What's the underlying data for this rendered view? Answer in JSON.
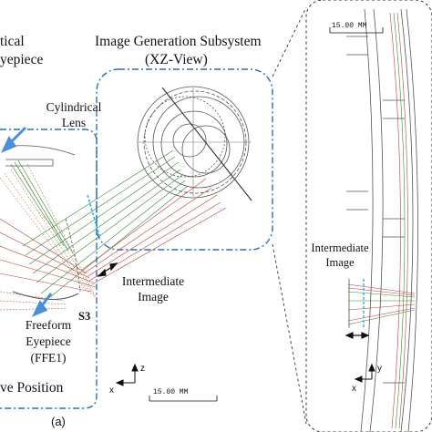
{
  "labels": {
    "optical_line1": "tical",
    "optical_line2": "yepiece",
    "image_gen_title": "Image Generation Subsystem",
    "image_gen_view": "(XZ-View)",
    "cylindrical_line1": "Cylindrical",
    "cylindrical_line2": "Lens",
    "intermediate_line1": "Intermediate",
    "intermediate_line2": "Image",
    "s3": "S3",
    "freeform_line1": "Freeform",
    "freeform_line2": "Eyepiece",
    "freeform_line3": "(FFE1)",
    "position_text": "ve Position",
    "right_intermediate_line1": "Intermediate",
    "right_intermediate_line2": "Image",
    "scale_bar_bottom": "15.00    MM",
    "scale_bar_right": "15.00    MM",
    "axis_z": "z",
    "axis_x_bottom": "x",
    "axis_y_right": "y",
    "axis_x_right": "x",
    "figure_label": "(a)"
  },
  "colors": {
    "outline_dashdot": "#2a6fb3",
    "arrow_blue": "#4a90d9",
    "ray_green": "#2e8b2e",
    "ray_red": "#c43a3a",
    "ray_brown": "#a0522d",
    "lens_gray": "#555555",
    "cyan_dots": "#23b7e5"
  }
}
